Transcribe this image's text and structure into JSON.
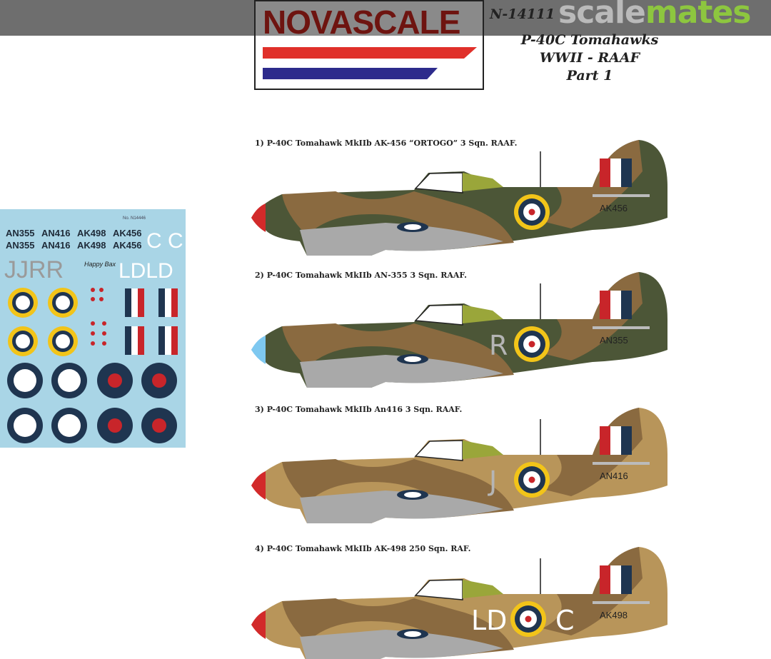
{
  "header": {
    "brand": "NOVASCALE",
    "product_code": "N-14111",
    "title": "P-40C Tomahawks",
    "subtitle": "WWII - RAAF",
    "part": "Part 1",
    "watermark_a": "scale",
    "watermark_b": "mates"
  },
  "colors": {
    "brand_red": "#e0302a",
    "brand_blue": "#2d2b8c",
    "camo_green": "#4c5637",
    "camo_brown": "#8a6a40",
    "desert_sand": "#b8955a",
    "underside_grey": "#a9a9a9",
    "roundel_blue": "#1f3550",
    "roundel_red": "#c8252a",
    "roundel_yellow": "#f2c419",
    "spinner_red": "#d22a2a",
    "spinner_blue": "#7ec8f0",
    "sheet_bg": "#a9d5e6"
  },
  "aircraft": [
    {
      "caption": "1) P-40C Tomahawk MkIIb AK-456 “ORTOGO” 3 Sqn. RAAF.",
      "serial": "AK456",
      "letter": "",
      "letter_color": "#bbb",
      "spinner": "#d22a2a",
      "scheme": "green-brown",
      "roundel_ring": true
    },
    {
      "caption": "2) P-40C Tomahawk MkIIb AN-355  3 Sqn. RAAF.",
      "serial": "AN355",
      "letter": "R",
      "letter_color": "#b5b5b5",
      "spinner": "#7ec8f0",
      "scheme": "green-brown",
      "roundel_ring": true
    },
    {
      "caption": "3) P-40C Tomahawk MkIIb An416  3 Sqn. RAAF.",
      "serial": "AN416",
      "letter": "J",
      "letter_color": "#b5b5b5",
      "spinner": "#d22a2a",
      "scheme": "desert",
      "roundel_ring": true
    },
    {
      "caption": "4) P-40C Tomahawk MkIIb AK-498  250 Sqn. RAF.",
      "serial": "AK498",
      "letter": "LD",
      "letter2": "C",
      "letter_color": "#ffffff",
      "spinner": "#d22a2a",
      "scheme": "desert",
      "roundel_ring": true
    }
  ],
  "decal_sheet": {
    "serials_row": [
      "AN355",
      "AN416",
      "AK498",
      "AK456"
    ],
    "codes_grey": "JJRR",
    "codes_white_top": "C C",
    "codes_white_bottom": "LDLD",
    "nose_art": "Happy Bax",
    "sheet_ref": "No. N14446"
  }
}
